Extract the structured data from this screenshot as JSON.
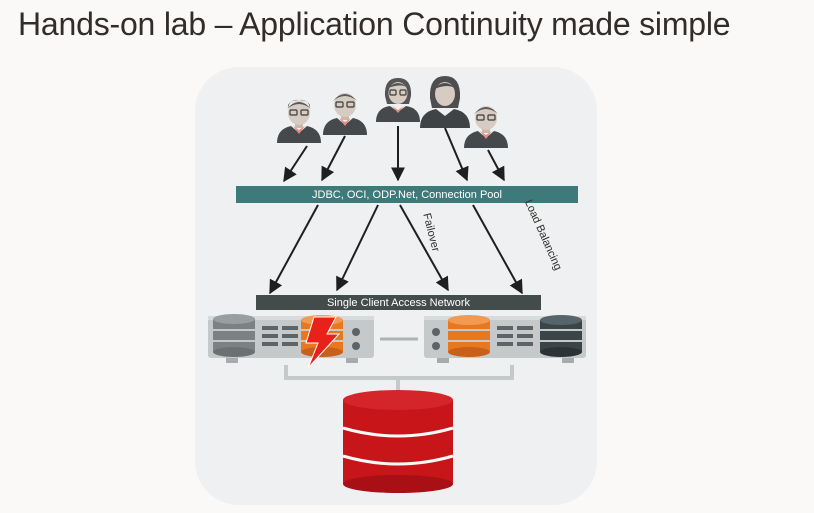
{
  "slide": {
    "title": "Hands-on lab – Application Continuity made simple"
  },
  "diagram": {
    "drivers_bar": "JDBC, OCI, ODP.Net, Connection Pool",
    "scan_bar": "Single Client Access Network",
    "edge_failover": "Failover",
    "edge_load_balancing": "Load Balancing",
    "users": [
      {
        "type": "male-user-icon"
      },
      {
        "type": "male-user-icon"
      },
      {
        "type": "female-user-icon"
      },
      {
        "type": "female-user-icon"
      },
      {
        "type": "male-user-icon"
      }
    ],
    "servers": [
      {
        "name": "server-left",
        "state": "failed"
      },
      {
        "name": "server-right",
        "state": "active"
      }
    ],
    "colors": {
      "drivers_bar": "#3d7a7a",
      "scan_bar": "#444b4b",
      "database": "#c7151a",
      "db_active": "#e8781f",
      "failure_bolt": "#e8211a"
    }
  }
}
